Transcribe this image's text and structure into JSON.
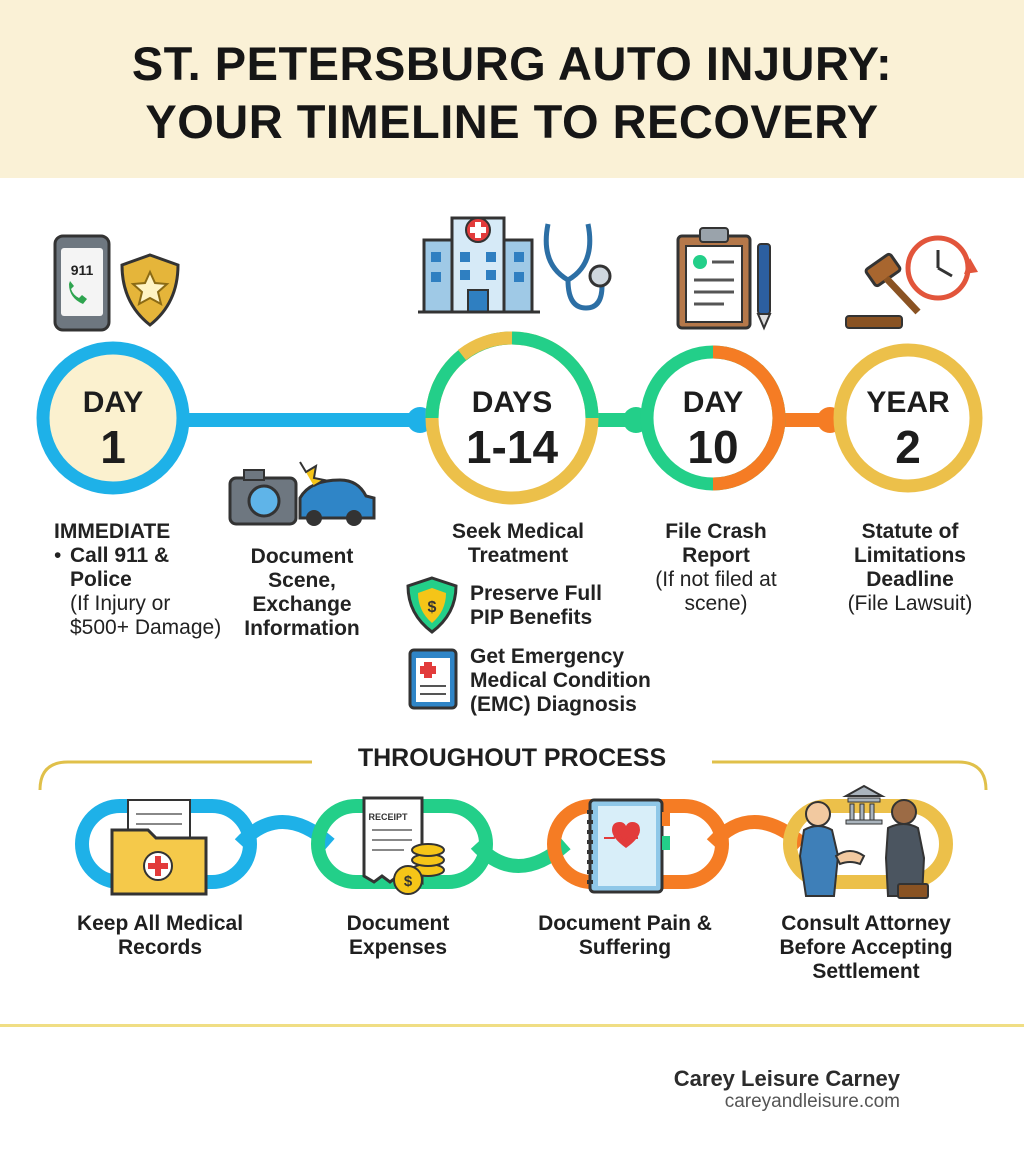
{
  "header": {
    "title_line1": "ST. PETERSBURG AUTO INJURY:",
    "title_line2": "YOUR TIMELINE TO RECOVERY"
  },
  "milestones": [
    {
      "label": "DAY",
      "value": "1"
    },
    {
      "label": "DAYS",
      "value": "1-14"
    },
    {
      "label": "DAY",
      "value": "10"
    },
    {
      "label": "YEAR",
      "value": "2"
    }
  ],
  "step_day1": {
    "heading": "IMMEDIATE",
    "bullet": "Call 911 & Police",
    "note": "(If Injury or $500+ Damage)"
  },
  "step_scene": {
    "text": "Document Scene, Exchange Information"
  },
  "step_medical": {
    "heading": "Seek Medical Treatment",
    "sub1": "Preserve Full PIP Benefits",
    "sub2": "Get Emergency Medical Condition (EMC) Diagnosis"
  },
  "step_day10": {
    "heading": "File Crash Report",
    "note": "(If not filed at scene)"
  },
  "step_year2": {
    "heading": "Statute of Limitations Deadline",
    "note": "(File Lawsuit)"
  },
  "throughout": {
    "title": "THROUGHOUT PROCESS",
    "items": [
      {
        "label": "Keep All Medical Records"
      },
      {
        "label": "Document Expenses"
      },
      {
        "label": "Document Pain & Suffering"
      },
      {
        "label": "Consult Attorney Before Accepting Settlement"
      }
    ],
    "receipt_text": "RECEIPT"
  },
  "phone_text": "911",
  "footer": {
    "firm": "Carey Leisure Carney",
    "url": "careyandleisure.com"
  },
  "colors": {
    "header_bg": "#faf1d6",
    "blue": "#1eb1e8",
    "green": "#23cf89",
    "orange": "#f57c24",
    "gold": "#ecc04a",
    "cream": "#fbf1cf"
  }
}
